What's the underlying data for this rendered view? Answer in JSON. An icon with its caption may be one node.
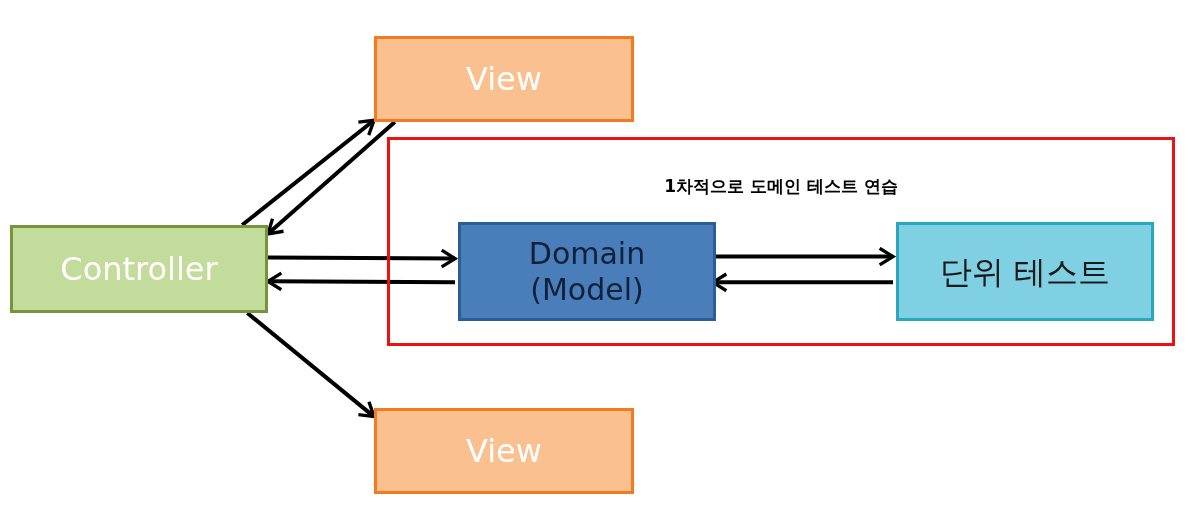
{
  "diagram": {
    "nodes": [
      {
        "text": [
          "View"
        ]
      },
      {
        "text": [
          "1차적으로 도메인 테스트 연습"
        ]
      },
      {
        "text": [
          "Domain (Model)"
        ],
        "in": 1
      },
      {
        "text": [
          "단위 테스트"
        ],
        "in": 1
      },
      {
        "text": [
          "Controller"
        ]
      },
      {
        "text": [
          "View"
        ]
      }
    ],
    "edges": [
      {
        "from": 4,
        "to": 0,
        "arrow": "to"
      },
      {
        "from": 0,
        "to": 4,
        "arrow": "to"
      },
      {
        "from": 4,
        "to": 2,
        "arrow": "to"
      },
      {
        "from": 2,
        "to": 4,
        "arrow": "to"
      },
      {
        "from": 2,
        "to": 3,
        "arrow": "to"
      },
      {
        "from": 3,
        "to": 2,
        "arrow": "to"
      },
      {
        "from": 4,
        "to": 5,
        "arrow": "to"
      }
    ]
  }
}
